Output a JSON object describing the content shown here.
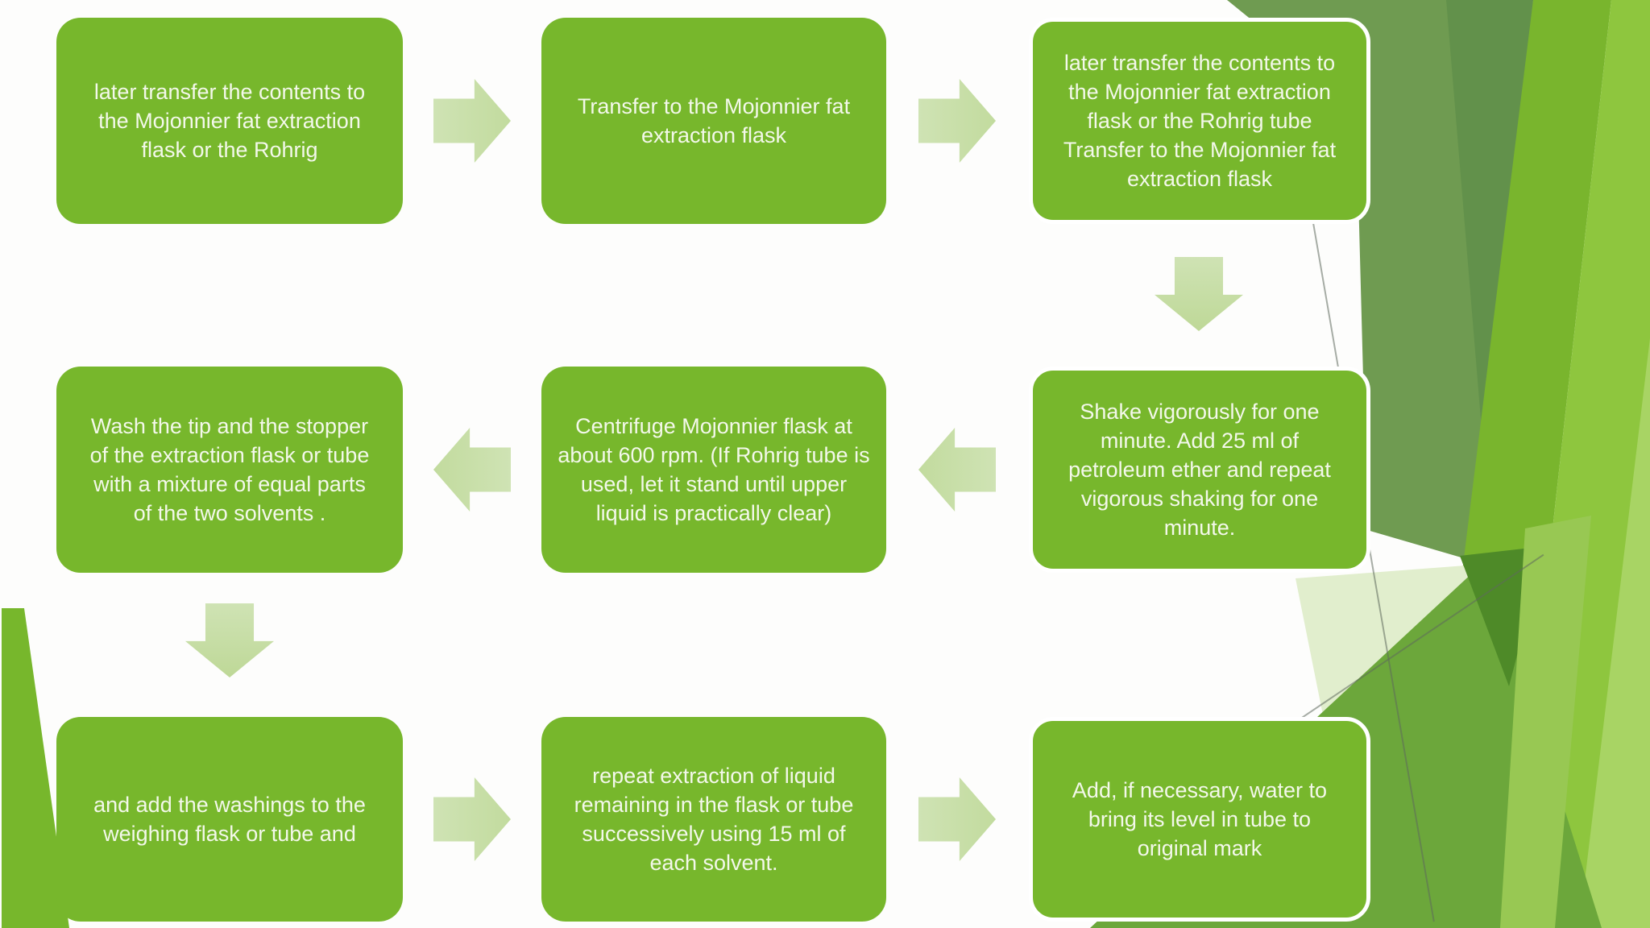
{
  "slide": {
    "type": "process-flowchart",
    "accent_color": "#77b72c",
    "arrow_color": "#c9dfa9",
    "text_color": "#f3f8ea",
    "background_greens": [
      "#6f9b51",
      "#62914b",
      "#79b52d",
      "#8ec63e",
      "#a8d464",
      "#e1eecd",
      "#6ca73b",
      "#4e8a28",
      "#98c853"
    ]
  },
  "steps": [
    {
      "text": "later transfer the contents to the Mojonnier fat extraction flask or the Rohrig"
    },
    {
      "text": "Transfer to the Mojonnier fat extraction flask"
    },
    {
      "text": "later transfer the contents to the Mojonnier fat extraction flask or the Rohrig tube Transfer to the Mojonnier fat extraction flask"
    },
    {
      "text": "Shake vigorously for one minute. Add 25 ml of petroleum ether and repeat vigorous shaking for one minute."
    },
    {
      "text": "Centrifuge Mojonnier flask at about 600 rpm. (If Rohrig tube is used, let it stand until upper liquid is practically clear)"
    },
    {
      "text": "Wash the tip and the stopper of the extraction flask or tube with a mixture of equal parts of the two solvents ."
    },
    {
      "text": "and add the washings to the weighing flask or tube and"
    },
    {
      "text": "repeat extraction of liquid remaining in the flask or tube successively using 15 ml of each solvent."
    },
    {
      "text": "Add, if necessary, water to bring its level in tube to original mark"
    }
  ],
  "flow_directions": [
    "right",
    "right",
    "down",
    "left",
    "left",
    "down",
    "right",
    "right"
  ]
}
